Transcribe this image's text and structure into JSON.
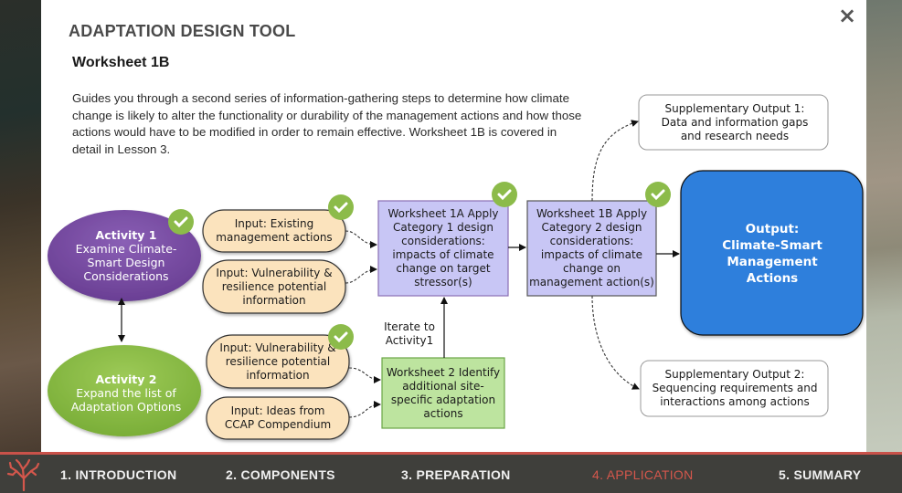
{
  "app": {
    "title": "ADAPTATION DESIGN TOOL",
    "worksheet_title": "Worksheet 1B",
    "description": "Guides you through a second series of information-gathering steps to determine how climate change is likely to alter the functionality or durability of the management actions and how those actions would have to be modified in order to remain effective. Worksheet 1B is covered in detail in Lesson 3.",
    "close_icon": "×"
  },
  "diagram": {
    "activity1": {
      "title": "Activity 1",
      "body": "Examine Climate-Smart Design Considerations",
      "completed": true
    },
    "activity2": {
      "title": "Activity 2",
      "body": "Expand the list of Adaptation Options"
    },
    "input_existing": {
      "text": "Input: Existing management actions",
      "completed": true
    },
    "input_vuln1": {
      "text": "Input: Vulnerability & resilience potential information"
    },
    "input_vuln2": {
      "text": "Input: Vulnerability & resilience potential information",
      "completed": true
    },
    "input_ideas": {
      "text": "Input: Ideas from CCAP Compendium"
    },
    "worksheet1a": {
      "text": "Worksheet 1A Apply Category 1 design considerations: impacts of climate change on target stressor(s)",
      "completed": true
    },
    "worksheet1b": {
      "text": "Worksheet 1B Apply Category 2 design considerations: impacts of climate change on management action(s)",
      "completed": true
    },
    "worksheet2": {
      "text": "Worksheet 2 Identify additional site-specific adaptation actions"
    },
    "iterate_label": "Iterate to Activity1",
    "output_title": "Output:",
    "output_body": "Climate-Smart Management Actions",
    "supp1": {
      "text": "Supplementary Output 1: Data and information gaps and research needs"
    },
    "supp2": {
      "text": "Supplementary Output 2: Sequencing requirements and interactions among actions"
    },
    "colors": {
      "activity1": "#7b4fa3",
      "activity2": "#8cbb46",
      "input": "#fbe3bd",
      "worksheet": "#c8c6f5",
      "worksheet2": "#bde49f",
      "output": "#2e7fdc",
      "check": "#8cbb4a"
    }
  },
  "footer": {
    "logo_icon": "coral-icon",
    "nav": [
      {
        "label": "1. INTRODUCTION",
        "active": false
      },
      {
        "label": "2. COMPONENTS",
        "active": false
      },
      {
        "label": "3. PREPARATION",
        "active": false
      },
      {
        "label": "4. APPLICATION",
        "active": true
      },
      {
        "label": "5. SUMMARY",
        "active": false
      }
    ],
    "accent": "#c9524a"
  }
}
